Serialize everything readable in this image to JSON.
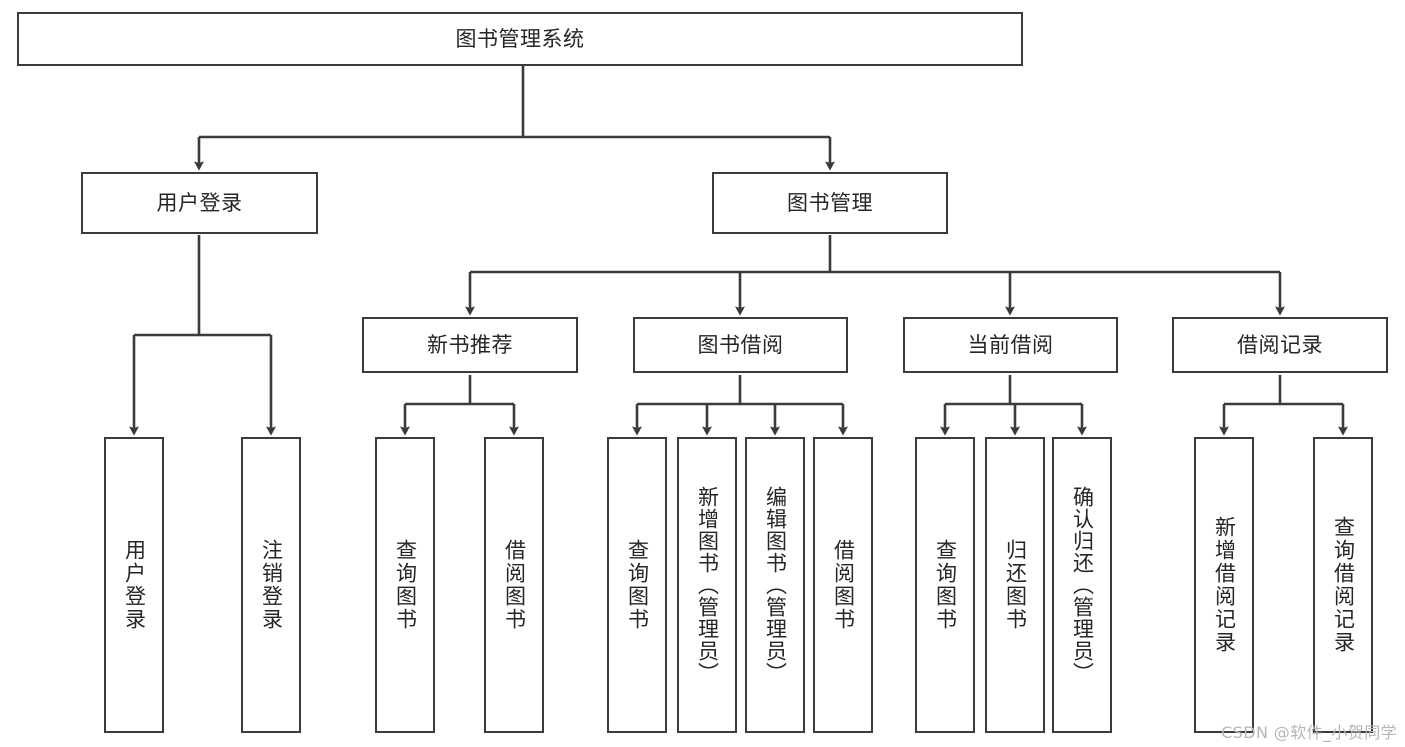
{
  "diagram": {
    "title": "图书管理系统",
    "type": "tree-hierarchy",
    "root": "图书管理系统",
    "stroke_color": "#3b3b3b",
    "fill_color": "#ffffff",
    "text_color": "#262626"
  },
  "nodes": {
    "root": {
      "label": "图书管理系统",
      "level": 1
    },
    "level2": [
      {
        "id": "user_login",
        "label": "用户登录"
      },
      {
        "id": "book_manage",
        "label": "图书管理"
      }
    ],
    "level3": [
      {
        "id": "new_book_rec",
        "label": "新书推荐",
        "parent": "book_manage"
      },
      {
        "id": "book_borrow",
        "label": "图书借阅",
        "parent": "book_manage"
      },
      {
        "id": "current_borrow",
        "label": "当前借阅",
        "parent": "book_manage"
      },
      {
        "id": "borrow_record",
        "label": "借阅记录",
        "parent": "book_manage"
      }
    ],
    "leaves": [
      {
        "id": "leaf_user_login",
        "label": "用户登录",
        "parent": "user_login"
      },
      {
        "id": "leaf_logout",
        "label": "注销登录",
        "parent": "user_login"
      },
      {
        "id": "leaf_query_book_rec",
        "label": "查询图书",
        "parent": "new_book_rec"
      },
      {
        "id": "leaf_borrow_book_rec",
        "label": "借阅图书",
        "parent": "new_book_rec"
      },
      {
        "id": "leaf_query_book_b",
        "label": "查询图书",
        "parent": "book_borrow"
      },
      {
        "id": "leaf_add_book",
        "label": "新增图书（管理员）",
        "parent": "book_borrow"
      },
      {
        "id": "leaf_edit_book",
        "label": "编辑图书（管理员）",
        "parent": "book_borrow"
      },
      {
        "id": "leaf_borrow_book_b",
        "label": "借阅图书",
        "parent": "book_borrow"
      },
      {
        "id": "leaf_query_book_c",
        "label": "查询图书",
        "parent": "current_borrow"
      },
      {
        "id": "leaf_return_book",
        "label": "归还图书",
        "parent": "current_borrow"
      },
      {
        "id": "leaf_confirm_return",
        "label": "确认归还（管理员）",
        "parent": "current_borrow"
      },
      {
        "id": "leaf_add_record",
        "label": "新增借阅记录",
        "parent": "borrow_record"
      },
      {
        "id": "leaf_query_record",
        "label": "查询借阅记录",
        "parent": "borrow_record"
      }
    ]
  },
  "watermark": {
    "text": "CSDN @软件_小贺同学"
  }
}
